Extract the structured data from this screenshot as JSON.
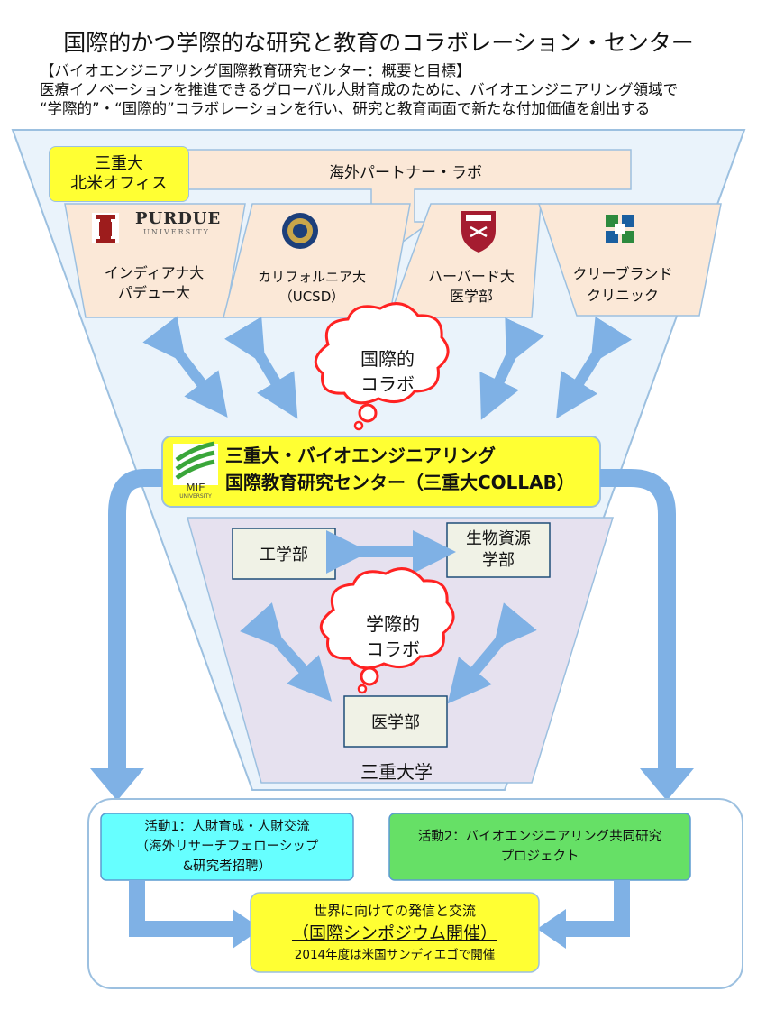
{
  "title": "国際的かつ学際的な研究と教育のコラボレーション・センター",
  "summary": {
    "heading": "【バイオエンジニアリング国際教育研究センター：概要と目標】",
    "line1": "医療イノベーションを推進できるグローバル人財育成のために、バイオエンジニアリング領域で",
    "line2": "“学際的”・“国際的”コラボレーションを行い、研究と教育両面で新たな付加価値を創出する"
  },
  "overseas": {
    "office_line1": "三重大",
    "office_line2": "北米オフィス",
    "partner_label": "海外パートナー・ラボ",
    "partners": [
      {
        "line1": "インディアナ大",
        "line2": "パデュー大",
        "logo_text": "PURDUE",
        "logo_sub": "UNIVERSITY"
      },
      {
        "line1": "カリフォルニア大",
        "line2": "（UCSD）"
      },
      {
        "line1": "ハーバード大",
        "line2": "医学部"
      },
      {
        "line1": "クリーブランド",
        "line2": "クリニック"
      }
    ]
  },
  "intl_bubble": {
    "line1": "国際的",
    "line2": "コラボ"
  },
  "center": {
    "line1": "三重大・バイオエンジニアリング",
    "line2": "国際教育研究センター（三重大COLLAB）",
    "logo_text": "MIE",
    "logo_sub": "UNIVERSITY"
  },
  "faculties": {
    "engineering": "工学部",
    "bioresources_line1": "生物資源",
    "bioresources_line2": "学部",
    "medicine": "医学部"
  },
  "inter_bubble": {
    "line1": "学際的",
    "line2": "コラボ"
  },
  "university_label": "三重大学",
  "activities": {
    "a1_line1": "活動1：人財育成・人財交流",
    "a1_line2": "（海外リサーチフェローシップ",
    "a1_line3": "&研究者招聘）",
    "a2_line1": "活動2：バイオエンジニアリング共同研究",
    "a2_line2": "プロジェクト",
    "outreach_line1": "世界に向けての発信と交流",
    "outreach_line2": "（国際シンポジウム開催）",
    "outreach_line3": "2014年度は米国サンディエゴで開催"
  },
  "colors": {
    "funnel_fill": "#eaf3fb",
    "funnel_stroke": "#9cc0e0",
    "partner_fill": "#fbe8d7",
    "yellow": "#ffff33",
    "inner_funnel": "#e6e1ef",
    "arrow": "#7fb1e5",
    "cyan": "#66ffff",
    "green": "#66e066",
    "faculty_fill": "#f0f2e6"
  }
}
